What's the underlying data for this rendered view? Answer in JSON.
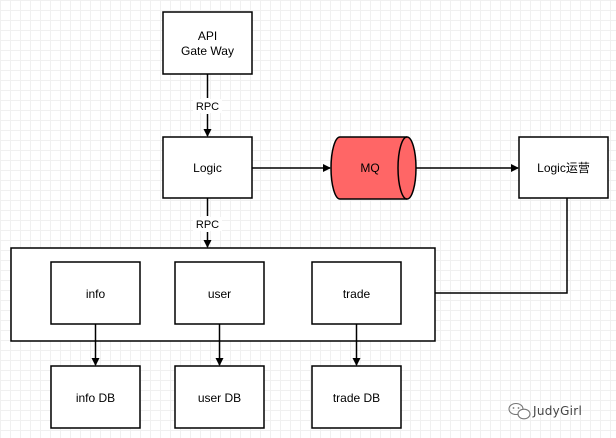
{
  "nodes": {
    "api_gateway": {
      "line1": "API",
      "line2": "Gate Way"
    },
    "logic": "Logic",
    "mq": "MQ",
    "logic_ops": "Logic运营",
    "info": "info",
    "user": "user",
    "trade": "trade",
    "info_db": "info DB",
    "user_db": "user DB",
    "trade_db": "trade DB"
  },
  "edges": {
    "gateway_to_logic": "RPC",
    "logic_to_services": "RPC"
  },
  "colors": {
    "mq_fill": "#ff6666",
    "stroke": "#000000"
  },
  "watermark": "JudyGirl"
}
